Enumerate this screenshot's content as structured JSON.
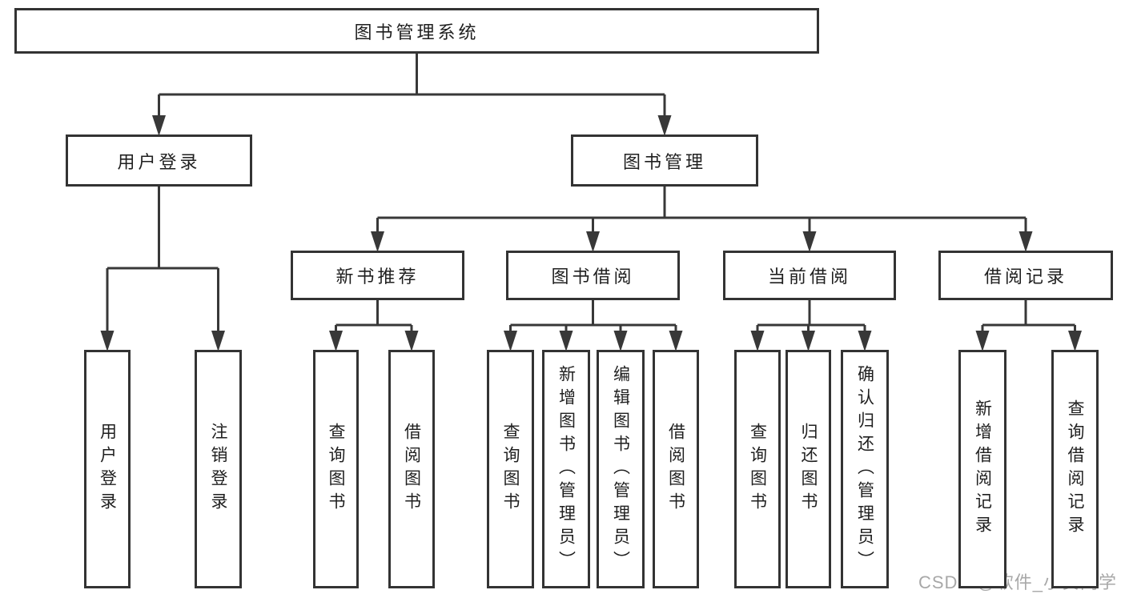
{
  "diagram": {
    "type": "tree",
    "title": "图书管理系统",
    "watermark": "CSDN @软件_小贺同学",
    "colors": {
      "line": "#383838",
      "border": "#333333",
      "text": "#1f1f1f",
      "watermark": "#a8a8a8",
      "background": "#ffffff"
    },
    "nodes": [
      {
        "id": "root",
        "label": "图书管理系统",
        "vertical": false,
        "children": [
          "user-login",
          "book-mgmt"
        ]
      },
      {
        "id": "user-login",
        "label": "用户登录",
        "vertical": false,
        "children": [
          "leaf-user-login",
          "leaf-logout"
        ]
      },
      {
        "id": "book-mgmt",
        "label": "图书管理",
        "vertical": false,
        "children": [
          "new-book",
          "book-borrow",
          "current-borrow",
          "borrow-record"
        ]
      },
      {
        "id": "new-book",
        "label": "新书推荐",
        "vertical": false,
        "children": [
          "leaf-nb-query",
          "leaf-nb-borrow"
        ]
      },
      {
        "id": "book-borrow",
        "label": "图书借阅",
        "vertical": false,
        "children": [
          "leaf-bb-query",
          "leaf-bb-add",
          "leaf-bb-edit",
          "leaf-bb-borrow"
        ]
      },
      {
        "id": "current-borrow",
        "label": "当前借阅",
        "vertical": false,
        "children": [
          "leaf-cb-query",
          "leaf-cb-return",
          "leaf-cb-confirm"
        ]
      },
      {
        "id": "borrow-record",
        "label": "借阅记录",
        "vertical": false,
        "children": [
          "leaf-br-add",
          "leaf-br-query"
        ]
      },
      {
        "id": "leaf-user-login",
        "label": "用户登录",
        "vertical": true,
        "children": []
      },
      {
        "id": "leaf-logout",
        "label": "注销登录",
        "vertical": true,
        "children": []
      },
      {
        "id": "leaf-nb-query",
        "label": "查询图书",
        "vertical": true,
        "children": []
      },
      {
        "id": "leaf-nb-borrow",
        "label": "借阅图书",
        "vertical": true,
        "children": []
      },
      {
        "id": "leaf-bb-query",
        "label": "查询图书",
        "vertical": true,
        "children": []
      },
      {
        "id": "leaf-bb-add",
        "label": "新增图书（管理员）",
        "vertical": true,
        "children": []
      },
      {
        "id": "leaf-bb-edit",
        "label": "编辑图书（管理员）",
        "vertical": true,
        "children": []
      },
      {
        "id": "leaf-bb-borrow",
        "label": "借阅图书",
        "vertical": true,
        "children": []
      },
      {
        "id": "leaf-cb-query",
        "label": "查询图书",
        "vertical": true,
        "children": []
      },
      {
        "id": "leaf-cb-return",
        "label": "归还图书",
        "vertical": true,
        "children": []
      },
      {
        "id": "leaf-cb-confirm",
        "label": "确认归还（管理员）",
        "vertical": true,
        "children": []
      },
      {
        "id": "leaf-br-add",
        "label": "新增借阅记录",
        "vertical": true,
        "children": []
      },
      {
        "id": "leaf-br-query",
        "label": "查询借阅记录",
        "vertical": true,
        "children": []
      }
    ]
  }
}
